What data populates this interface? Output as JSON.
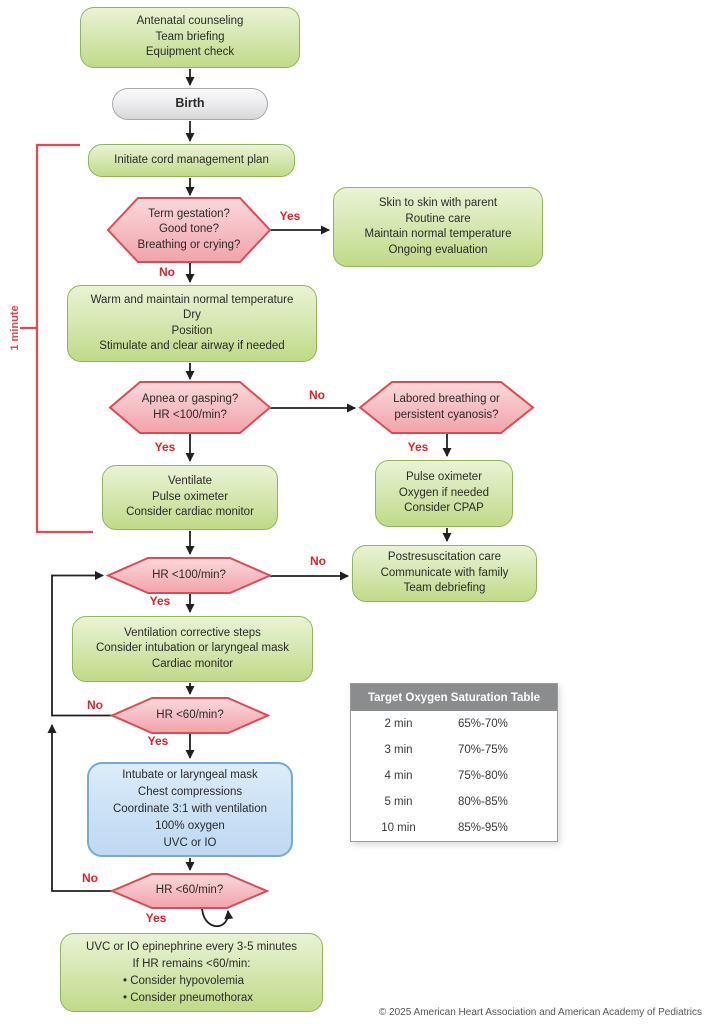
{
  "nodes": {
    "antenatal": {
      "type": "process",
      "lines": [
        "Antenatal counseling",
        "Team briefing",
        "Equipment check"
      ]
    },
    "birth": {
      "type": "terminal",
      "label": "Birth"
    },
    "cord": {
      "type": "process",
      "label": "Initiate cord management plan"
    },
    "term_q": {
      "type": "decision",
      "lines": [
        "Term gestation?",
        "Good tone?",
        "Breathing or crying?"
      ]
    },
    "skin": {
      "type": "process",
      "lines": [
        "Skin to skin with parent",
        "Routine care",
        "Maintain normal temperature",
        "Ongoing evaluation"
      ]
    },
    "warm": {
      "type": "process",
      "lines": [
        "Warm and maintain normal temperature",
        "Dry",
        "Position",
        "Stimulate and clear airway if needed"
      ]
    },
    "apnea_q": {
      "type": "decision",
      "lines": [
        "Apnea or gasping?",
        "HR <100/min?"
      ]
    },
    "labored_q": {
      "type": "decision",
      "lines": [
        "Labored breathing or",
        "persistent cyanosis?"
      ]
    },
    "ventilate": {
      "type": "process",
      "lines": [
        "Ventilate",
        "Pulse oximeter",
        "Consider cardiac monitor"
      ]
    },
    "pulseox": {
      "type": "process",
      "lines": [
        "Pulse oximeter",
        "Oxygen if needed",
        "Consider CPAP"
      ]
    },
    "hr100_q": {
      "type": "decision",
      "label": "HR <100/min?"
    },
    "postres": {
      "type": "process",
      "lines": [
        "Postresuscitation care",
        "Communicate with family",
        "Team debriefing"
      ]
    },
    "corrective": {
      "type": "process",
      "lines": [
        "Ventilation corrective steps",
        "Consider intubation or laryngeal mask",
        "Cardiac monitor"
      ]
    },
    "hr60a_q": {
      "type": "decision",
      "label": "HR <60/min?"
    },
    "intubate": {
      "type": "process",
      "lines": [
        "Intubate or laryngeal mask",
        "Chest compressions",
        "Coordinate 3:1 with ventilation",
        "100% oxygen",
        "UVC or IO"
      ]
    },
    "hr60b_q": {
      "type": "decision",
      "label": "HR <60/min?"
    },
    "epinephrine": {
      "type": "process",
      "lines": [
        "UVC or IO epinephrine every 3-5 minutes",
        "If HR remains <60/min:",
        "• Consider hypovolemia",
        "• Consider pneumothorax"
      ]
    }
  },
  "labels": {
    "term_yes": "Yes",
    "term_no": "No",
    "apnea_no": "No",
    "apnea_yes": "Yes",
    "labored_yes": "Yes",
    "hr100_no": "No",
    "hr100_yes": "Yes",
    "hr60a_no": "No",
    "hr60a_yes": "Yes",
    "hr60b_no": "No",
    "hr60b_yes": "Yes"
  },
  "timeline": {
    "label": "1 minute"
  },
  "table": {
    "title": "Target Oxygen Saturation Table",
    "rows": [
      [
        "2 min",
        "65%-70%"
      ],
      [
        "3 min",
        "70%-75%"
      ],
      [
        "4 min",
        "75%-80%"
      ],
      [
        "5 min",
        "80%-85%"
      ],
      [
        "10 min",
        "85%-95%"
      ]
    ]
  },
  "footer": {
    "copyright": "© 2025 American Heart Association and American Academy of Pediatrics"
  },
  "colors": {
    "green_top": "#eaf3d4",
    "green_bottom": "#bfda87",
    "green_border": "#8fb657",
    "pink_top": "#f9d9db",
    "pink_bottom": "#f1a3ab",
    "pink_border": "#df4a55",
    "blue_top": "#ddecf9",
    "blue_bottom": "#bed9f2",
    "blue_border": "#77a9da",
    "gray_top": "#fbfbfb",
    "gray_bottom": "#d8d8da",
    "gray_border": "#a7a9ac",
    "accent_red": "#e4202a",
    "bracket_red": "#e8474e",
    "arrow_black": "#231f20",
    "table_header_bg": "#8b8c8e"
  }
}
